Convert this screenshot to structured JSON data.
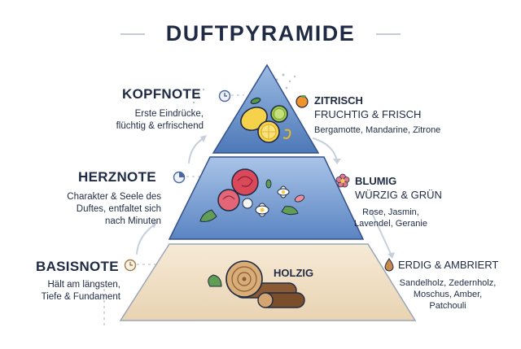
{
  "title": "DUFTPYRAMIDE",
  "levels": {
    "top": {
      "name": "KOPFNOTE",
      "desc": [
        "Erste Eindrücke,",
        "flüchtig & erfrischend"
      ],
      "category": "ZITRISCH",
      "subcategory": "FRUCHTIG & FRISCH",
      "notes": [
        "Bergamotte, Mandarine, Zitrone"
      ]
    },
    "middle": {
      "name": "HERZNOTE",
      "desc": [
        "Charakter & Seele des",
        "Duftes, entfaltet sich",
        "nach Minuten"
      ],
      "category": "BLUMIG",
      "subcategory": "WÜRZIG & GRÜN",
      "notes": [
        "Rose, Jasmin,",
        "Lavendel, Geranie"
      ]
    },
    "base": {
      "name": "BASISNOTE",
      "desc": [
        "Hält am längsten,",
        "Tiefe & Fundament"
      ],
      "category": "ERDIG & AMBRIERT",
      "label": "HOLZIG",
      "notes": [
        "Sandelholz, Zedernholz,",
        "Moschus, Amber,",
        "Patchouli"
      ]
    }
  },
  "colors": {
    "navy": "#1f2a44",
    "top_tier": "#5b86c2",
    "middle_tier": "#6f95cf",
    "base_tier": "#efdcc0",
    "citrus_icon": "#f0932b",
    "floral_icon": "#d65a6e",
    "earthy_icon": "#c88a4e"
  },
  "icons": [
    "clock-icon",
    "orange-icon",
    "flower-icon",
    "drop-icon",
    "lemon-illustration",
    "roses-illustration",
    "wood-logs-illustration"
  ]
}
